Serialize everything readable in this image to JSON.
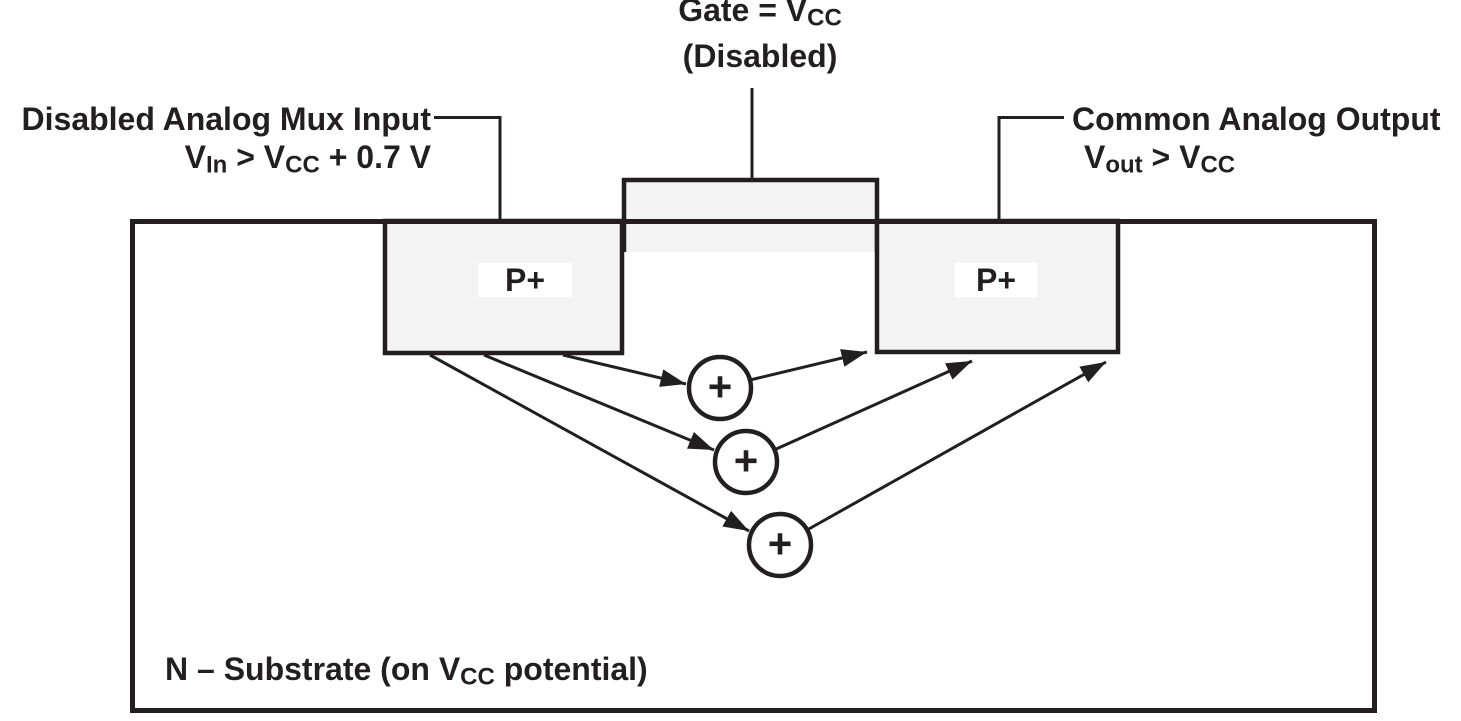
{
  "diagram": {
    "title_semantics": "Disabled analog mux input cross-section",
    "gate_label": {
      "line1_prefix": "Gate = V",
      "line1_sub": "CC",
      "line2": "(Disabled)"
    },
    "input_label": {
      "line1": "Disabled Analog Mux Input",
      "line2_p1": "V",
      "line2_s1": "In",
      "line2_p2": " > V",
      "line2_s2": "CC",
      "line2_p3": " + 0.7 V"
    },
    "output_label": {
      "line1": "Common Analog Output",
      "line2_p1": "V",
      "line2_s1": "out",
      "line2_p2": " > V",
      "line2_s2": "CC"
    },
    "substrate_label": {
      "p1": "N – Substrate (on V",
      "s1": "CC",
      "p2": " potential)"
    },
    "regions": {
      "left_p_plus": "P+",
      "right_p_plus": "P+"
    },
    "holes": {
      "symbol": "+",
      "count": 3
    },
    "colors": {
      "line": "#231f20",
      "region_fill": "#f3f3f3",
      "background": "#ffffff"
    }
  }
}
